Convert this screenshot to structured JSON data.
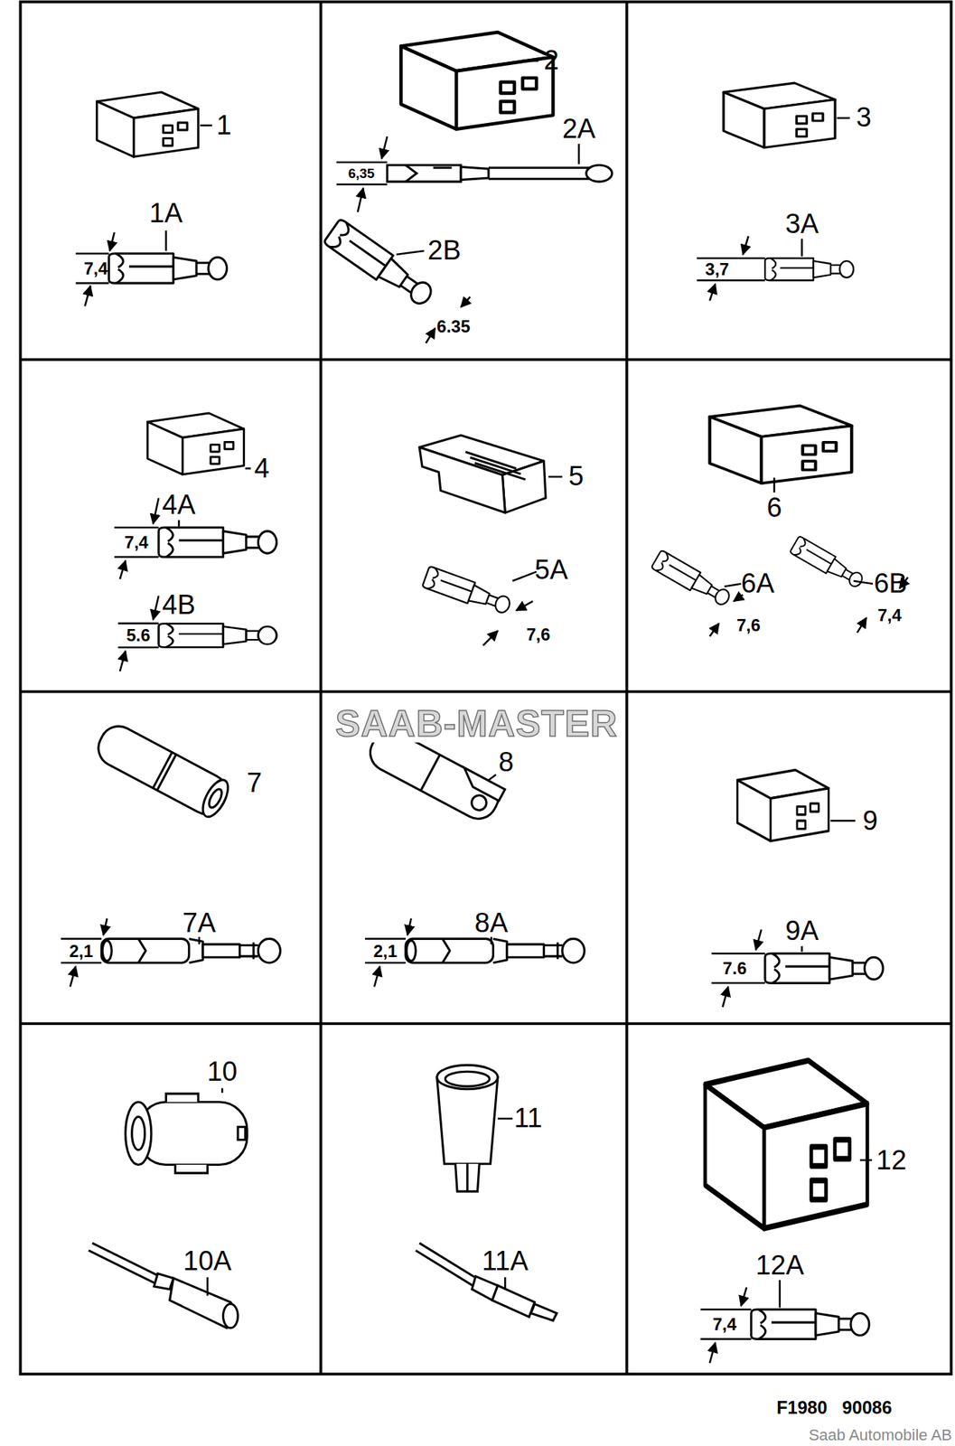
{
  "diagram": {
    "labels": [
      "1",
      "1A",
      "7,4",
      "2",
      "2A",
      "6,35",
      "2B",
      "6.35",
      "3",
      "3A",
      "3,7",
      "4",
      "4A",
      "7,4",
      "4B",
      "5.6",
      "5",
      "5A",
      "7,6",
      "6",
      "6A",
      "7,6",
      "6B",
      "7,4",
      "SAAB-MASTER",
      "7",
      "7A",
      "2,1",
      "8",
      "8A",
      "2,1",
      "9",
      "9A",
      "7.6",
      "10",
      "10A",
      "11",
      "11A",
      "12",
      "12A",
      "7,4",
      "F1980 90086",
      "Saab Automobile AB"
    ]
  }
}
